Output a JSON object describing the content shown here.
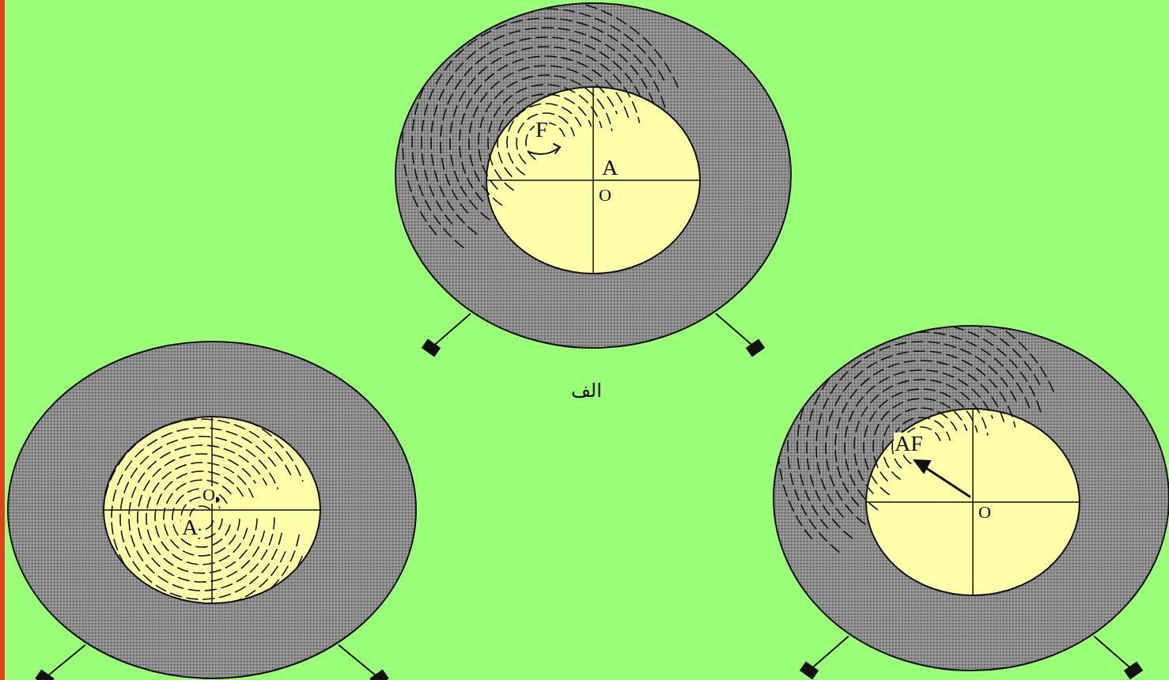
{
  "diagram": {
    "labels": [
      "F",
      "A",
      "O",
      "الف",
      "O",
      "A",
      "AF",
      "O"
    ]
  }
}
